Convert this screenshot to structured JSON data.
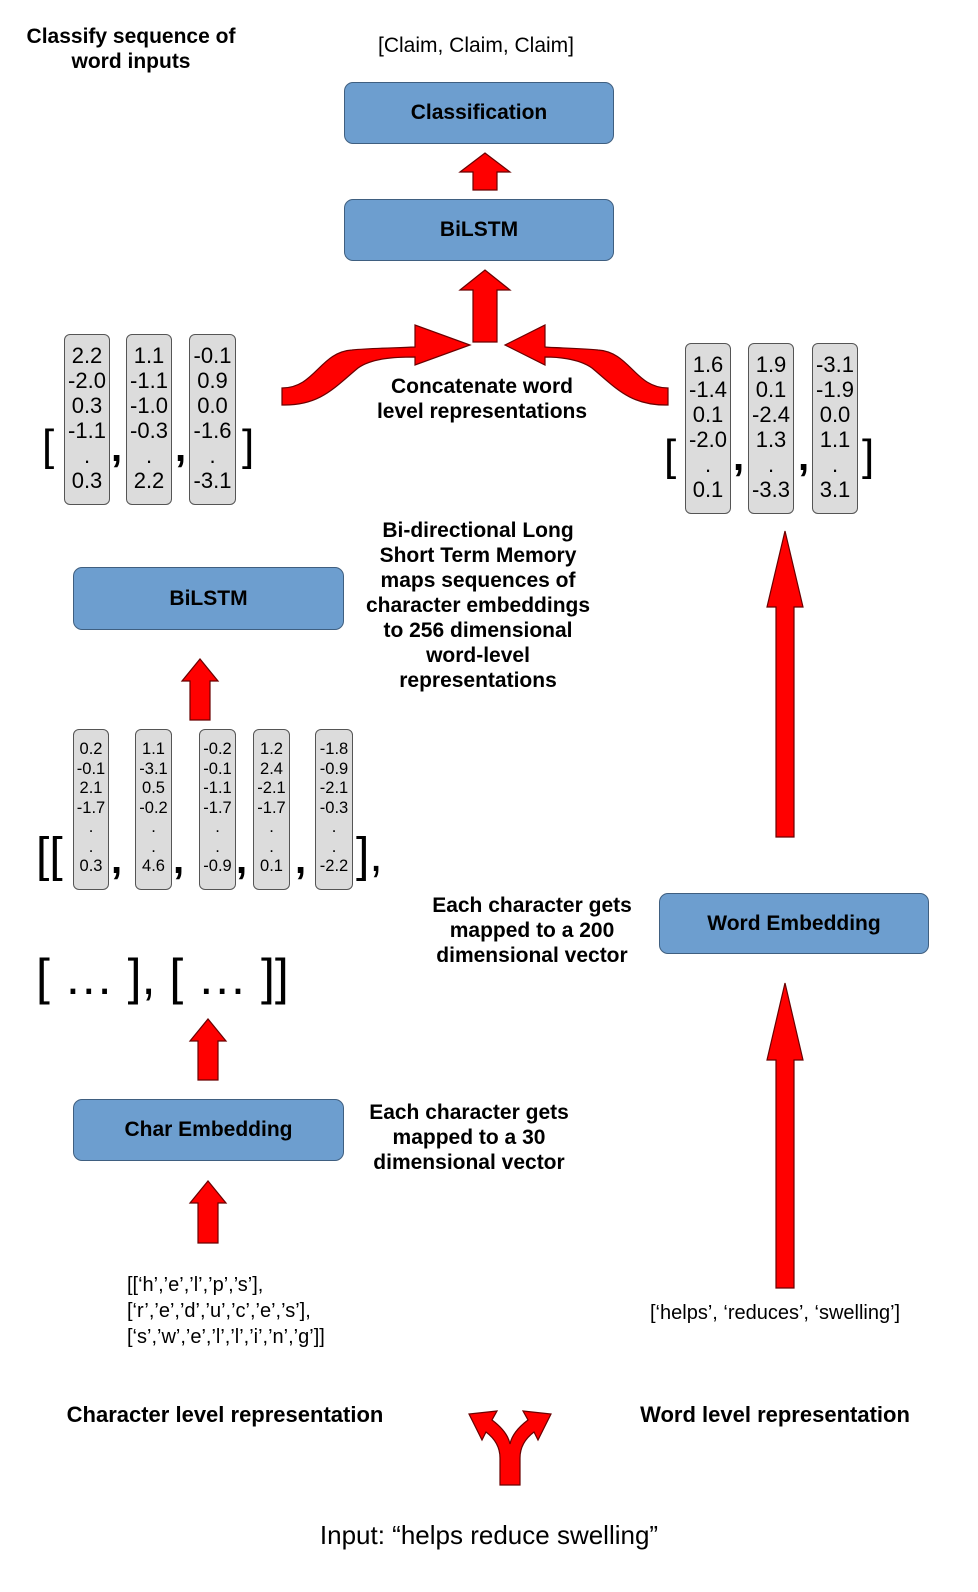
{
  "title": {
    "line1": "Classify sequence of",
    "line2": "word inputs"
  },
  "output_label": "[Claim, Claim, Claim]",
  "boxes": {
    "classification": "Classification",
    "bilstm_top": "BiLSTM",
    "bilstm_char": "BiLSTM",
    "word_embedding": "Word Embedding",
    "char_embedding": "Char Embedding"
  },
  "annotations": {
    "concatenate": [
      "Concatenate word",
      "level representations"
    ],
    "bilstm_desc": [
      "Bi-directional Long",
      "Short Term Memory",
      "maps sequences of",
      "character embeddings",
      "to 256 dimensional",
      "word-level",
      "representations"
    ],
    "word_embed_desc": [
      "Each character gets",
      "mapped to a 200",
      "dimensional vector"
    ],
    "char_embed_desc": [
      "Each character gets",
      "mapped to a 30",
      "dimensional vector"
    ]
  },
  "char_word_vectors": [
    [
      "2.2",
      "-2.0",
      "0.3",
      "-1.1",
      ".",
      "0.3"
    ],
    [
      "1.1",
      "-1.1",
      "-1.0",
      "-0.3",
      ".",
      "2.2"
    ],
    [
      "-0.1",
      "0.9",
      "0.0",
      "-1.6",
      ".",
      "-3.1"
    ]
  ],
  "word_vectors": [
    [
      "1.6",
      "-1.4",
      "0.1",
      "-2.0",
      ".",
      "0.1"
    ],
    [
      "1.9",
      "0.1",
      "-2.4",
      "1.3",
      ".",
      "-3.3"
    ],
    [
      "-3.1",
      "-1.9",
      "0.0",
      "1.1",
      ".",
      "3.1"
    ]
  ],
  "char_vectors": [
    [
      "0.2",
      "-0.1",
      "2.1",
      "-1.7",
      ".",
      ".",
      "0.3"
    ],
    [
      "1.1",
      "-3.1",
      "0.5",
      "-0.2",
      ".",
      ".",
      "4.6"
    ],
    [
      "-0.2",
      "-0.1",
      "-1.1",
      "-1.7",
      ".",
      ".",
      "-0.9"
    ],
    [
      "1.2",
      "2.4",
      "-2.1",
      "-1.7",
      ".",
      ".",
      "0.1"
    ],
    [
      "-1.8",
      "-0.9",
      "-2.1",
      "-0.3",
      ".",
      ".",
      "-2.2"
    ]
  ],
  "symbols": {
    "open": "[",
    "close": "]",
    "comma": ",",
    "open_double": "[[",
    "close_comma": "],",
    "ellipsis_row": "[ … ], [ … ]]"
  },
  "char_input": [
    "[[‘h’,’e’,’l’,’p’,’s’],",
    "[‘r’,’e’,’d’,’u’,’c’,’e’,’s’],",
    "[‘s’,’w’,’e’,’l’,’l’,’i’,’n’,’g’]]"
  ],
  "word_input": "[‘helps’, ‘reduces’, ‘swelling’]",
  "labels": {
    "char_level": "Character level representation",
    "word_level": "Word level representation"
  },
  "input_sentence": "Input: “helps reduce swelling”",
  "colors": {
    "box_fill": "#6d9ecf",
    "arrow": "#ff0000",
    "vector_fill": "#dcdcdc"
  }
}
